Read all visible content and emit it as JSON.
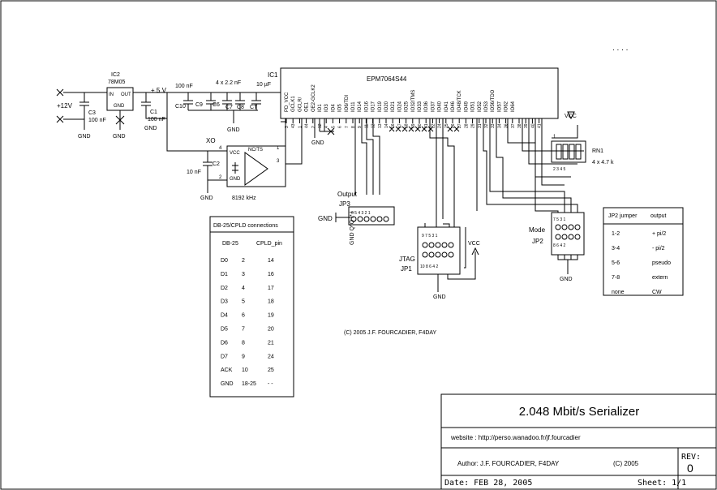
{
  "chip": {
    "ref": "IC1",
    "name": "EPM7064S44",
    "pins_top": [
      "PD_VCC",
      "GCLK1",
      "GCLR/",
      "OE1",
      "OE2-GCLK2",
      "IO1",
      "IO3",
      "IO4",
      "IO5",
      "IO6/TDI",
      "IO11",
      "IO14",
      "IO16",
      "IO17",
      "IO19",
      "IO20",
      "IO21",
      "IO24",
      "IO25",
      "IO32/TMS",
      "IO33",
      "IO36",
      "IO37",
      "IO40",
      "IO41",
      "IO46",
      "IO48/TCK",
      "IO49",
      "IO51",
      "IO52",
      "IO53",
      "IO56/TDO",
      "IO57",
      "IO62",
      "IO64"
    ],
    "pin_numbers": [
      "3",
      "43",
      "1",
      "44",
      "2",
      "12",
      "4",
      "5",
      "6",
      "7",
      "8",
      "9",
      "11",
      "12",
      "13",
      "14",
      "16",
      "17",
      "18",
      "19",
      "20",
      "21",
      "22",
      "24",
      "25",
      "26",
      "27",
      "28",
      "29",
      "31",
      "32",
      "33",
      "34",
      "36",
      "37",
      "38",
      "39",
      "40",
      "41"
    ]
  },
  "power": {
    "vin": "+12V",
    "ic2_ref": "IC2",
    "ic2_part": "78M05",
    "ic2_in": "IN",
    "ic2_out": "OUT",
    "ic2_gnd": "GND",
    "c3_ref": "C3",
    "c3_val": "100 nF",
    "c1_ref": "C1",
    "c1_val": "100 nF",
    "plus5": "+ 5 V",
    "c10_val": "100 nF",
    "c_group": "4 x 2.2 nF",
    "c_elec": "10 µF",
    "c10": "C10",
    "c9": "C9",
    "c6": "C6",
    "c7": "C7",
    "c8": "C8",
    "ct": "CT",
    "gnd": "GND"
  },
  "xo": {
    "ref": "XO",
    "vcc": "VCC",
    "nc": "NC/TS",
    "gnd": "GND",
    "freq": "8192 kHz",
    "c2_ref": "C2",
    "c2_val": "10 nF",
    "pin4": "4",
    "pin1": "1",
    "pin2": "2",
    "pin3": "3"
  },
  "jp3": {
    "label": "Output",
    "ref": "JP3",
    "gnd": "GND",
    "pins": "6 5 4 3 2 1",
    "bottom": "GND  Q*Q  I*  I"
  },
  "jtag": {
    "label": "JTAG",
    "ref": "JP1",
    "top": "9 7 5 3 1",
    "bot": "10 8 6 4 2",
    "vcc": "VCC",
    "gnd": "GND"
  },
  "jp2": {
    "label": "Mode",
    "ref": "JP2",
    "top": "7 5 3 1",
    "bot": "8 6 4 2",
    "gnd": "GND"
  },
  "rn1": {
    "ref": "RN1",
    "val": "4 x 4.7 k",
    "vcc": "VCC",
    "pin1": "1",
    "pins": "2 3 4 5"
  },
  "jumper_table": {
    "headers": [
      "JP2 jumper",
      "output"
    ],
    "rows": [
      [
        "1-2",
        "+ pi/2"
      ],
      [
        "3-4",
        "- pi/2"
      ],
      [
        "5-6",
        "pseudo"
      ],
      [
        "7-8",
        "extern"
      ],
      [
        "none",
        "CW"
      ]
    ]
  },
  "db25_table": {
    "title": "DB-25/CPLD connections",
    "headers": [
      "DB-25",
      "CPLD_pin"
    ],
    "rows": [
      [
        "D0",
        "2",
        "14"
      ],
      [
        "D1",
        "3",
        "16"
      ],
      [
        "D2",
        "4",
        "17"
      ],
      [
        "D3",
        "5",
        "18"
      ],
      [
        "D4",
        "6",
        "19"
      ],
      [
        "D5",
        "7",
        "20"
      ],
      [
        "D6",
        "8",
        "21"
      ],
      [
        "D7",
        "9",
        "24"
      ],
      [
        "ACK",
        "10",
        "25"
      ],
      [
        "GND",
        "18-25",
        "- -"
      ]
    ]
  },
  "copyright": "(C) 2005   J.F. FOURCADIER, F4DAY",
  "dots": ".     .     .     .",
  "title_block": {
    "title": "2.048 Mbit/s Serializer",
    "website": "website : http://perso.wanadoo.fr/jf.fourcadier",
    "author": "Author: J.F. FOURCADIER,  F4DAY",
    "year": "(C) 2005",
    "rev_label": "REV:",
    "rev": "0",
    "date": "Date:  FEB 28, 2005",
    "sheet": "Sheet: 1/1"
  }
}
